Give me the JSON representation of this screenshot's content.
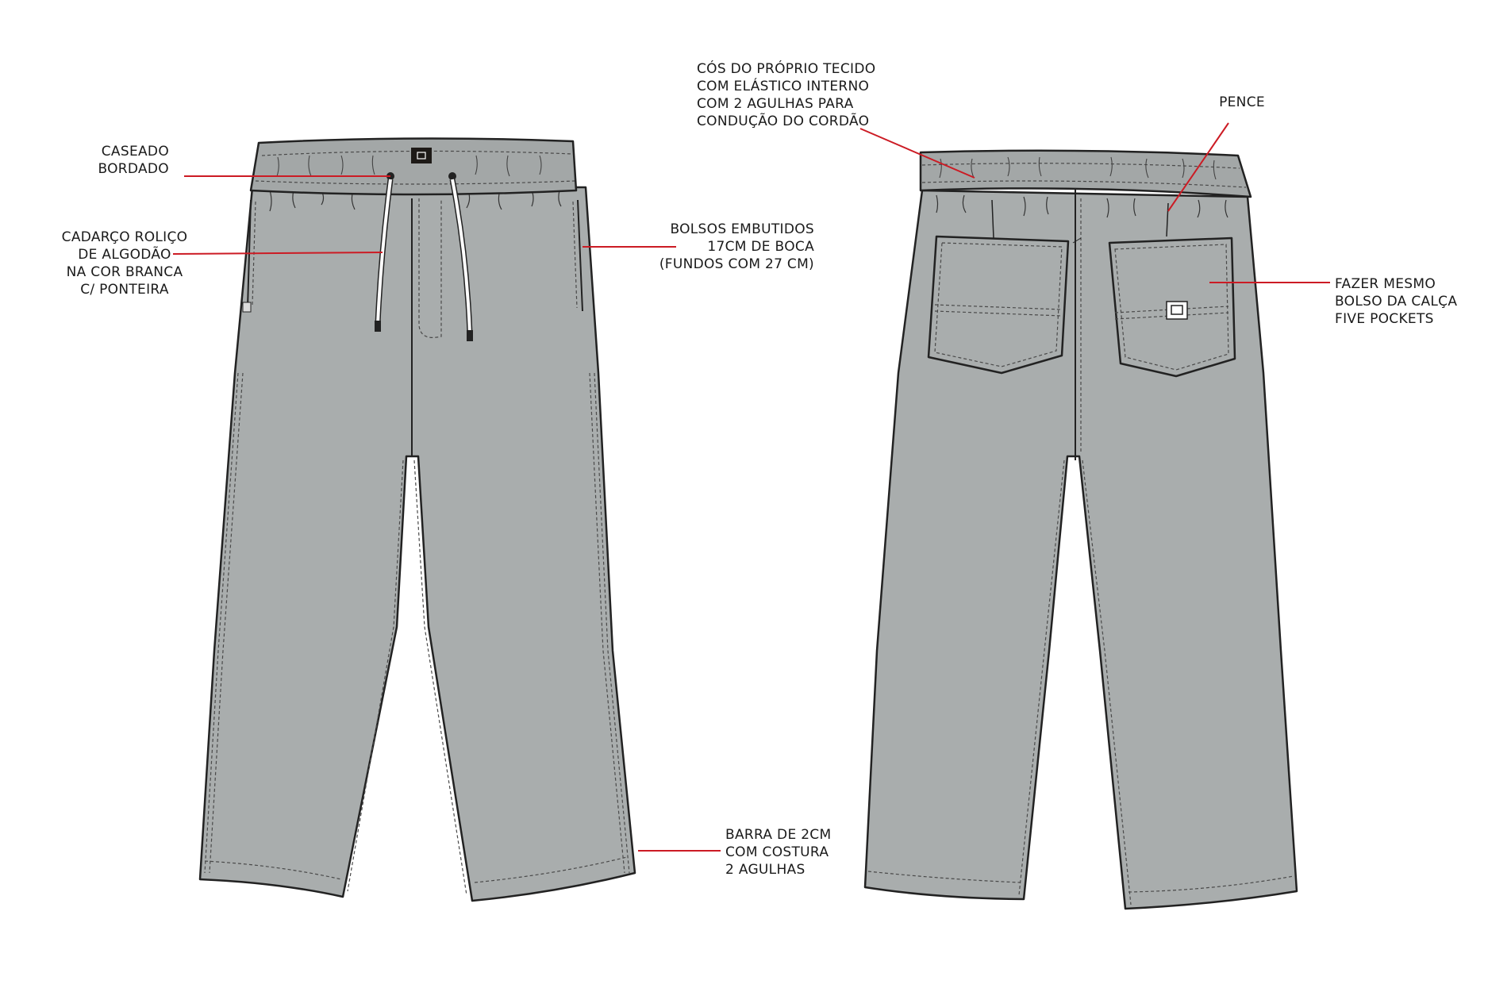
{
  "annotations": {
    "caseado": [
      "CASEADO",
      "BORDADO"
    ],
    "cadarco": [
      "CADARÇO ROLIÇO",
      "DE ALGODÃO",
      "NA COR BRANCA",
      "C/ PONTEIRA"
    ],
    "cos": [
      "CÓS DO PRÓPRIO TECIDO",
      "COM ELÁSTICO INTERNO",
      "COM 2 AGULHAS PARA",
      "CONDUÇÃO DO CORDÃO"
    ],
    "pence": [
      "PENCE"
    ],
    "bolsos": [
      "BOLSOS EMBUTIDOS",
      "17CM DE BOCA",
      "(FUNDOS COM 27 CM)"
    ],
    "fazer": [
      "FAZER MESMO",
      "BOLSO DA CALÇA",
      "FIVE POCKETS"
    ],
    "barra": [
      "BARRA DE 2CM",
      "COM COSTURA",
      "2 AGULHAS"
    ]
  },
  "colors": {
    "fabric": "#a9adad",
    "waistband": "#a3a7a7",
    "outline": "#222222",
    "stitch": "#4a4a4a",
    "leader": "#cc1b24",
    "cord": "#ffffff",
    "label_tag": "#1e1a17"
  }
}
